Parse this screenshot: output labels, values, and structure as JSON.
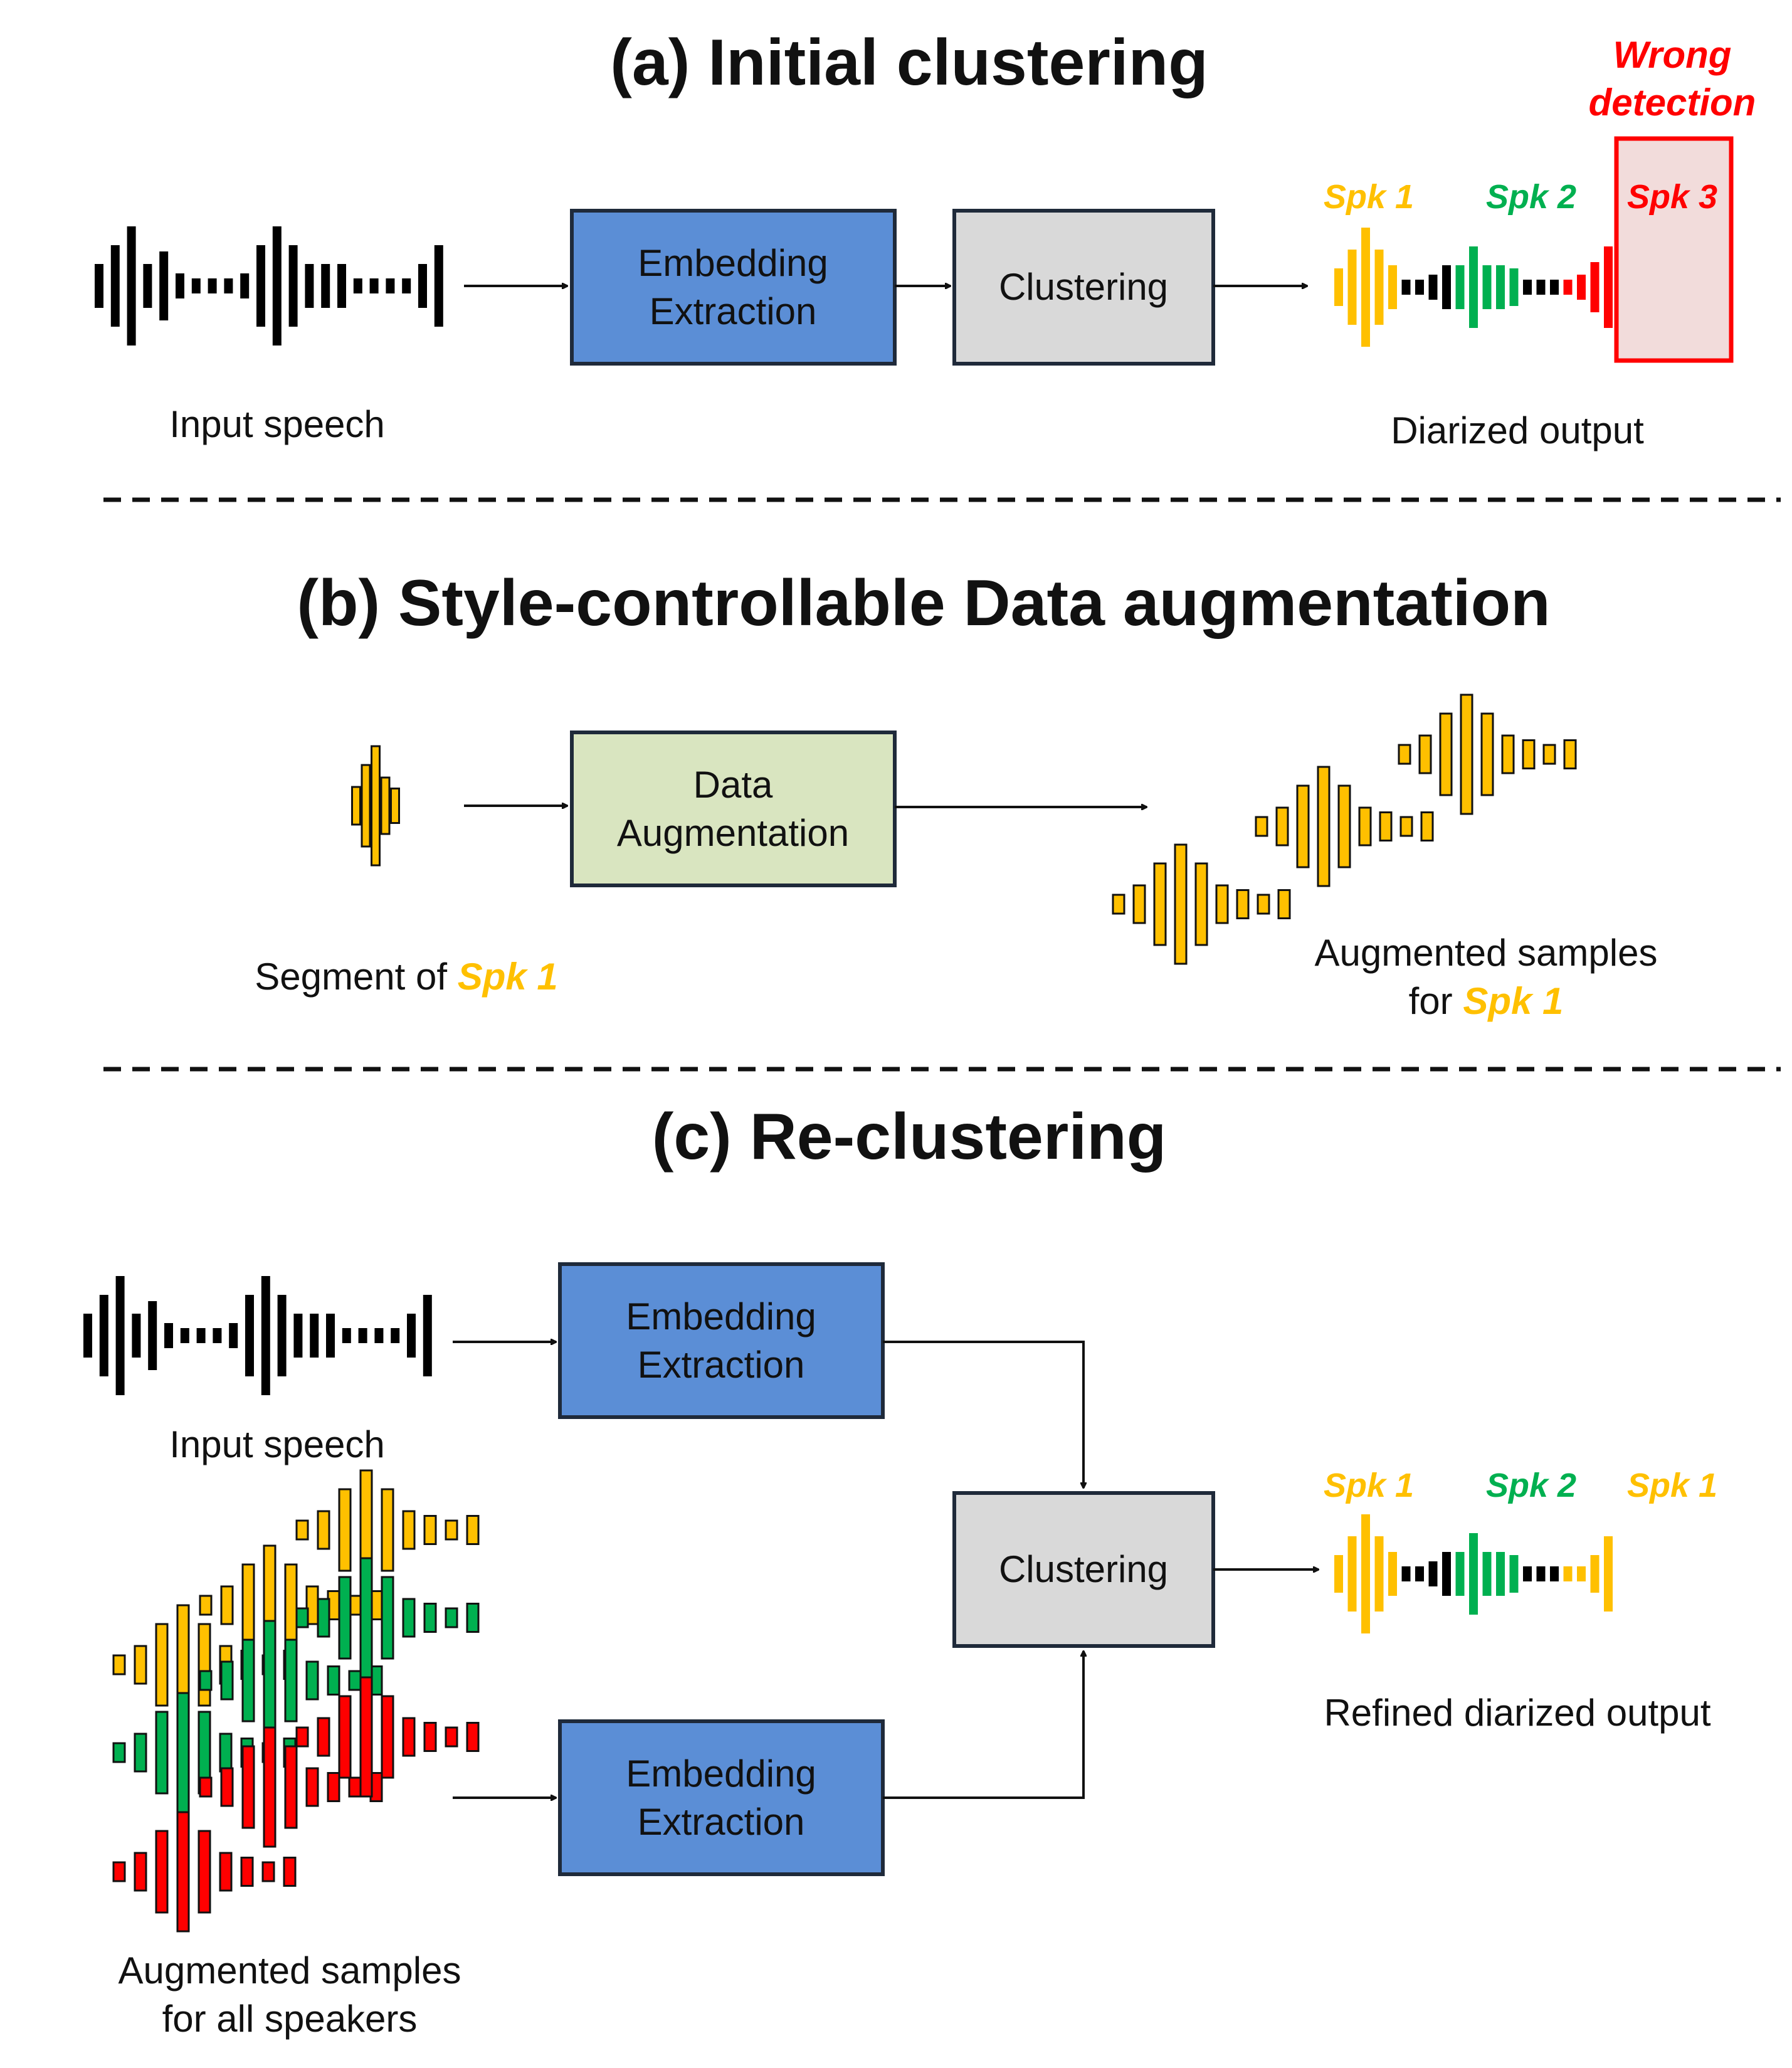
{
  "colors": {
    "yellow": "#FFC000",
    "green": "#00B050",
    "red": "#FF0000",
    "black": "#000000",
    "embedding_fill": "#5B8ED6",
    "clustering_fill": "#D9D9D9",
    "augmentation_fill": "#D9E5C0",
    "wrong_box_fill": "#F2DCDB"
  },
  "section_a": {
    "title": "(a) Initial clustering",
    "input_label": "Input speech",
    "embedding_line1": "Embedding",
    "embedding_line2": "Extraction",
    "clustering_label": "Clustering",
    "output_label": "Diarized output",
    "spk_labels": [
      "Spk 1",
      "Spk 2",
      "Spk 3"
    ],
    "wrong_line1": "Wrong",
    "wrong_line2": "detection"
  },
  "section_b": {
    "title": "(b) Style-controllable Data augmentation",
    "augmentation_line1": "Data",
    "augmentation_line2": "Augmentation",
    "segment_prefix": "Segment of ",
    "segment_spk": "Spk 1",
    "augmented_line1": "Augmented samples",
    "augmented_prefix": "for ",
    "augmented_spk": "Spk 1"
  },
  "section_c": {
    "title": "(c) Re-clustering",
    "input_label": "Input speech",
    "embedding_line1": "Embedding",
    "embedding_line2": "Extraction",
    "clustering_label": "Clustering",
    "output_label": "Refined diarized output",
    "spk_labels": [
      "Spk 1",
      "Spk 2",
      "Spk 1"
    ],
    "augmented_line1": "Augmented samples",
    "augmented_line2": "for all speakers"
  }
}
